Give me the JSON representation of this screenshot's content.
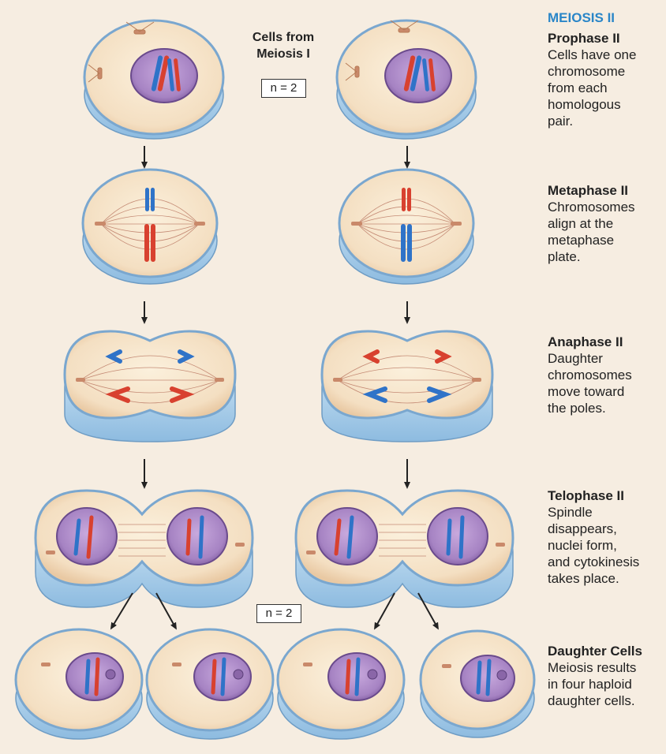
{
  "section_title": "MEIOSIS II",
  "cells_from_label": "Cells from\nMeiosis I",
  "ploidy_top": "n = 2",
  "ploidy_bottom": "n = 2",
  "stages": [
    {
      "name": "Prophase II",
      "text": "Cells have one\nchromosome\nfrom each\nhomologous\npair."
    },
    {
      "name": "Metaphase II",
      "text": "Chromosomes\nalign at the\nmetaphase\nplate."
    },
    {
      "name": "Anaphase II",
      "text": "Daughter\nchromosomes\nmove toward\nthe poles."
    },
    {
      "name": "Telophase II",
      "text": "Spindle\ndisappears,\nnuclei form,\nand cytokinesis\ntakes place."
    },
    {
      "name": "Daughter Cells",
      "text": "Meiosis results\nin four haploid\ndaughter cells."
    }
  ],
  "colors": {
    "background": "#f6ede1",
    "cell_base": "#b9d8ee",
    "cytoplasm": "#f7e4c8",
    "nucleus": "#9b78b5",
    "chromosome_red": "#d8412f",
    "chromosome_blue": "#2f73c8",
    "title_blue": "#2a86c8"
  }
}
